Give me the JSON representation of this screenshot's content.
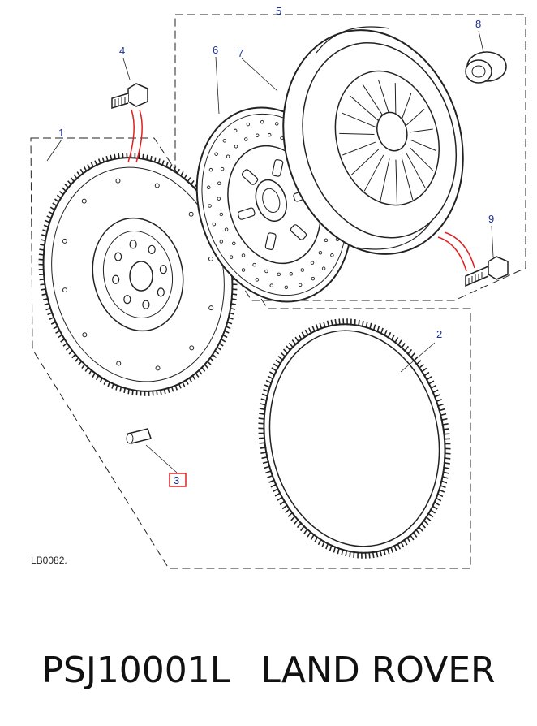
{
  "diagram": {
    "reference_code": "LB0082.",
    "callouts": {
      "flywheel": "1",
      "ring_gear": "2",
      "dowel": "3",
      "flywheel_bolt": "4",
      "assembly_group": "5",
      "clutch_plate": "6",
      "pressure_plate": "7",
      "release_bearing": "8",
      "pressure_plate_bolt": "9"
    },
    "colors": {
      "line": "#1a1a1a",
      "callout_text": "#1a2f9c",
      "highlight": "#e02020"
    }
  },
  "caption": {
    "part_number": "PSJ10001L",
    "brand": "LAND ROVER"
  }
}
